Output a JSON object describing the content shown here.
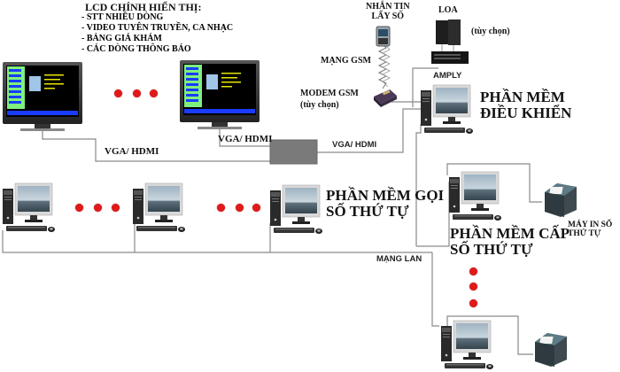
{
  "diagram": {
    "lcd_header": {
      "title": "LCD CHÍNH HIỂN THỊ:",
      "items": [
        "- STT NHIỀU DÒNG",
        "- VIDEO TUYÊN TRUYỀN, CA NHẠC",
        "- BẢNG GIÁ KHÁM",
        "- CÁC DÒNG THÔNG BÁO"
      ]
    },
    "sms": {
      "line1": "NHẮN TIN",
      "line2": "LẤY SỐ"
    },
    "speaker": {
      "label": "LOA",
      "optional": "(tùy chọn)"
    },
    "gsm_network": "MẠNG GSM",
    "gsm_modem": {
      "line1": "MODEM GSM",
      "line2": "(tùy chọn)"
    },
    "amply": "AMPLY",
    "control_software": {
      "line1": "PHẦN MỀM",
      "line2": "ĐIỀU KHIỂN"
    },
    "call_software": {
      "line1": "PHẦN MỀM GỌI",
      "line2": "SỐ THỨ TỰ"
    },
    "ticket_software": {
      "line1": "PHẦN MỀM CẤP",
      "line2": "SỐ THỨ TỰ"
    },
    "ticket_printer": {
      "line1": "MÁY IN SỐ",
      "line2": "THỨ TỰ"
    },
    "connections": {
      "vga_left": "VGA/ HDMI",
      "vga_mid": "VGA/ HDMI",
      "vga_right": "VGA/ HDMI",
      "lan": "MẠNG LAN"
    },
    "colors": {
      "line": "#8a8a8a",
      "dot": "#e01a1a",
      "splitter": "#7a7a7a",
      "screen_green": "#7ef07e",
      "screen_blue": "#1a3cff"
    }
  }
}
